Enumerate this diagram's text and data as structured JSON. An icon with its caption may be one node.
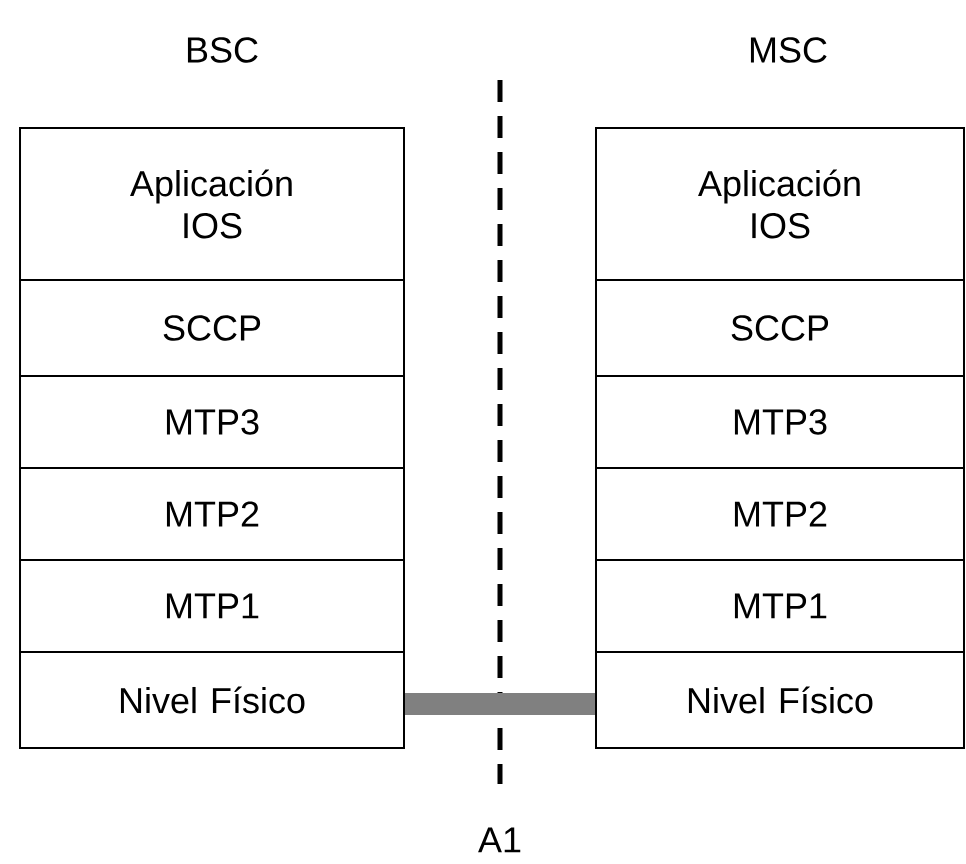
{
  "diagram": {
    "nodes": [
      {
        "text": [
          "Aplicación IOS"
        ]
      },
      {
        "text": [
          "SCCP"
        ]
      },
      {
        "text": [
          "MTP3"
        ]
      },
      {
        "text": [
          "MTP2"
        ]
      },
      {
        "text": [
          "MTP1"
        ]
      },
      {
        "text": [
          "Nivel Físico"
        ]
      },
      {
        "text": [
          "Aplicación IOS"
        ]
      },
      {
        "text": [
          "SCCP"
        ]
      },
      {
        "text": [
          "MTP3"
        ]
      },
      {
        "text": [
          "MTP2"
        ]
      },
      {
        "text": [
          "MTP1"
        ]
      },
      {
        "text": [
          "Nivel Físico"
        ]
      }
    ],
    "edges": [
      {
        "from": 5,
        "to": 11,
        "arrow": "none",
        "color": "#808080"
      }
    ],
    "labels": [
      "BSC",
      "MSC",
      "A1"
    ]
  }
}
